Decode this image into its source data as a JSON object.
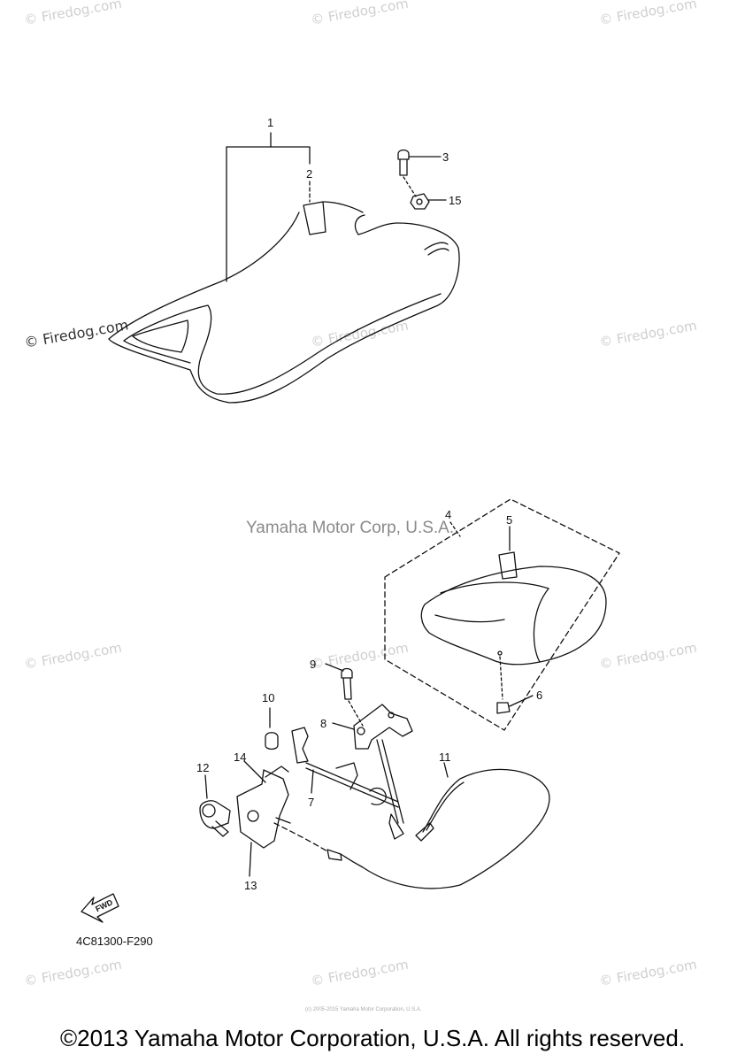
{
  "watermark": "© Firedog.com",
  "corp_watermark": "Yamaha Motor Corp, U.S.A.",
  "diagram_code": "4C81300-F290",
  "fwd_label": "FWD",
  "copyright": "©2013 Yamaha Motor Corporation, U.S.A. All rights reserved.",
  "tiny_notice": "(c) 2005-2015 Yamaha Motor Corporation, U.S.A.",
  "callouts": [
    "1",
    "2",
    "3",
    "15",
    "4",
    "5",
    "6",
    "9",
    "10",
    "8",
    "7",
    "11",
    "12",
    "14",
    "13"
  ]
}
